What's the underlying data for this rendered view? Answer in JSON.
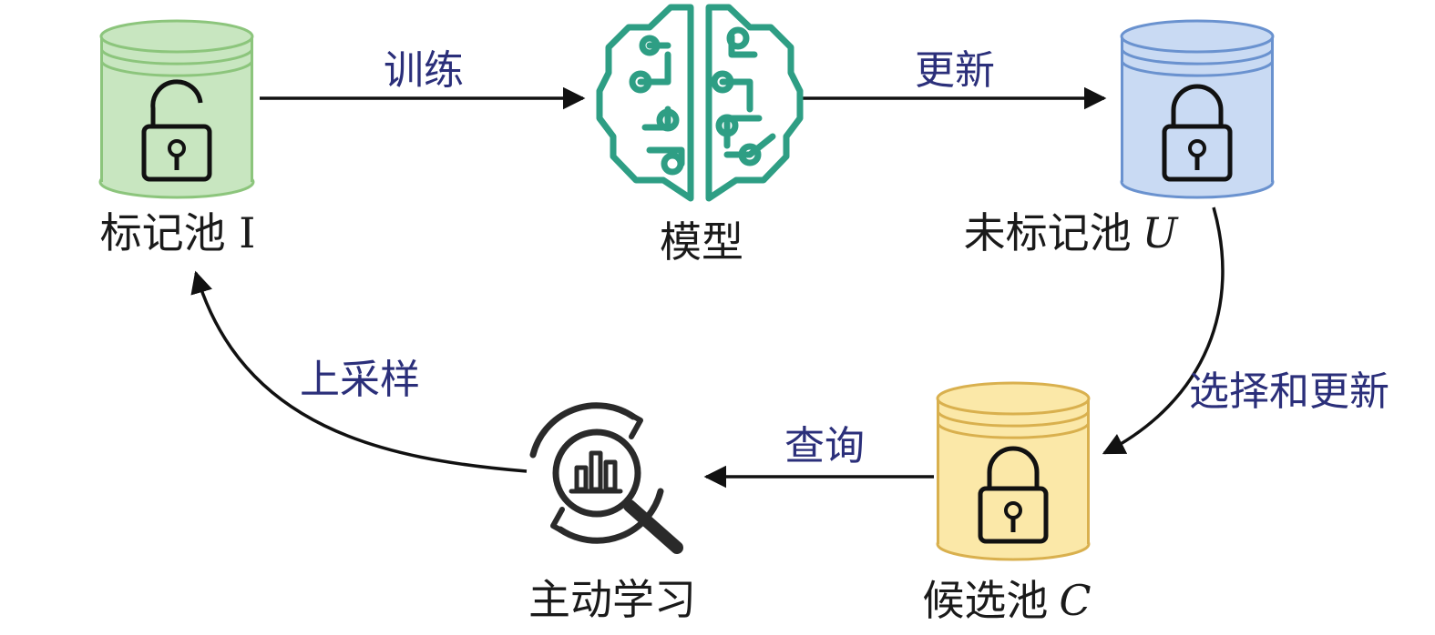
{
  "nodes": {
    "labeled_pool": {
      "label": "标记池 I",
      "color": "#c8e6c0",
      "stroke": "#8cc57c"
    },
    "model": {
      "label": "模型",
      "color": "#2e9e84"
    },
    "unlabeled_pool": {
      "label": "未标记池",
      "var": "U",
      "color": "#c9daf3",
      "stroke": "#6a92cf"
    },
    "candidate_pool": {
      "label": "候选池",
      "var": "C",
      "color": "#fbe8a8",
      "stroke": "#d9b04e"
    },
    "active_learning": {
      "label": "主动学习",
      "color": "#2a2a2a"
    }
  },
  "edges": {
    "train": {
      "label": "训练"
    },
    "update": {
      "label": "更新"
    },
    "select_and_update": {
      "label": "选择和更新"
    },
    "query": {
      "label": "查询"
    },
    "upsample": {
      "label": "上采样"
    }
  },
  "icons": {
    "lock_open": "unlock-icon",
    "lock_closed": "lock-icon",
    "model": "brain-circuit-icon",
    "active_learning": "magnifier-chart-icon"
  }
}
